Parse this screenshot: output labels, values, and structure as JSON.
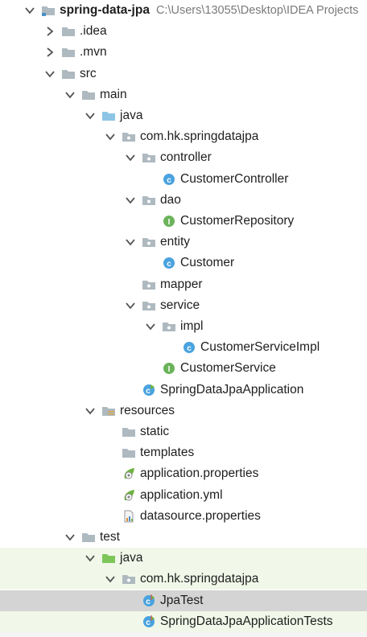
{
  "project": {
    "name": "spring-data-jpa",
    "path": "C:\\Users\\13055\\Desktop\\IDEA Projects"
  },
  "colors": {
    "folder": "#aeb9c0",
    "source_folder": "#8ec5e6",
    "test_folder": "#7cc65a",
    "class_icon": "#4aa3df",
    "interface_icon": "#6bb35a",
    "test_row_bg": "#f1f8e9",
    "selected_row_bg": "#d4d4d4"
  },
  "tree": [
    {
      "label": "spring-data-jpa",
      "icon": "module-folder-icon",
      "depth": 0,
      "arrow": "expanded",
      "bold": true,
      "showPath": true
    },
    {
      "label": ".idea",
      "icon": "folder-icon",
      "depth": 1,
      "arrow": "collapsed"
    },
    {
      "label": ".mvn",
      "icon": "folder-icon",
      "depth": 1,
      "arrow": "collapsed"
    },
    {
      "label": "src",
      "icon": "folder-icon",
      "depth": 1,
      "arrow": "expanded"
    },
    {
      "label": "main",
      "icon": "folder-icon",
      "depth": 2,
      "arrow": "expanded"
    },
    {
      "label": "java",
      "icon": "source-folder-icon",
      "depth": 3,
      "arrow": "expanded"
    },
    {
      "label": "com.hk.springdatajpa",
      "icon": "package-icon",
      "depth": 4,
      "arrow": "expanded"
    },
    {
      "label": "controller",
      "icon": "package-icon",
      "depth": 5,
      "arrow": "expanded"
    },
    {
      "label": "CustomerController",
      "icon": "class-icon",
      "depth": 6,
      "arrow": "none"
    },
    {
      "label": "dao",
      "icon": "package-icon",
      "depth": 5,
      "arrow": "expanded"
    },
    {
      "label": "CustomerRepository",
      "icon": "interface-icon",
      "depth": 6,
      "arrow": "none"
    },
    {
      "label": "entity",
      "icon": "package-icon",
      "depth": 5,
      "arrow": "expanded"
    },
    {
      "label": "Customer",
      "icon": "class-icon",
      "depth": 6,
      "arrow": "none"
    },
    {
      "label": "mapper",
      "icon": "package-icon",
      "depth": 5,
      "arrow": "none"
    },
    {
      "label": "service",
      "icon": "package-icon",
      "depth": 5,
      "arrow": "expanded"
    },
    {
      "label": "impl",
      "icon": "package-icon",
      "depth": 6,
      "arrow": "expanded"
    },
    {
      "label": "CustomerServiceImpl",
      "icon": "class-icon",
      "depth": 7,
      "arrow": "none"
    },
    {
      "label": "CustomerService",
      "icon": "interface-icon",
      "depth": 6,
      "arrow": "none"
    },
    {
      "label": "SpringDataJpaApplication",
      "icon": "spring-boot-class-icon",
      "depth": 5,
      "arrow": "none"
    },
    {
      "label": "resources",
      "icon": "resources-folder-icon",
      "depth": 3,
      "arrow": "expanded"
    },
    {
      "label": "static",
      "icon": "folder-icon",
      "depth": 4,
      "arrow": "none"
    },
    {
      "label": "templates",
      "icon": "folder-icon",
      "depth": 4,
      "arrow": "none"
    },
    {
      "label": "application.properties",
      "icon": "spring-config-icon",
      "depth": 4,
      "arrow": "none"
    },
    {
      "label": "application.yml",
      "icon": "spring-config-icon",
      "depth": 4,
      "arrow": "none"
    },
    {
      "label": "datasource.properties",
      "icon": "properties-file-icon",
      "depth": 4,
      "arrow": "none"
    },
    {
      "label": "test",
      "icon": "folder-icon",
      "depth": 2,
      "arrow": "expanded"
    },
    {
      "label": "java",
      "icon": "test-source-folder-icon",
      "depth": 3,
      "arrow": "expanded",
      "testBg": true
    },
    {
      "label": "com.hk.springdatajpa",
      "icon": "package-icon",
      "depth": 4,
      "arrow": "expanded",
      "testBg": true
    },
    {
      "label": "JpaTest",
      "icon": "test-class-icon",
      "depth": 5,
      "arrow": "none",
      "selected": true
    },
    {
      "label": "SpringDataJpaApplicationTests",
      "icon": "test-class-icon",
      "depth": 5,
      "arrow": "none",
      "testBg": true
    }
  ]
}
